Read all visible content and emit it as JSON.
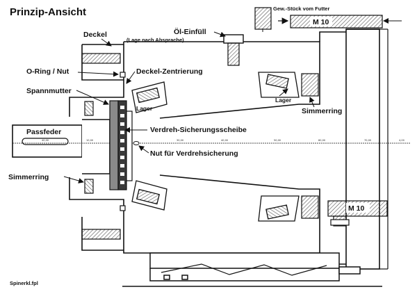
{
  "title": "Prinzip-Ansicht",
  "labels": {
    "deckel": "Deckel",
    "oel_einfuell": "Öl-Einfüll",
    "oel_hinweis": "(Lage nach Absprache)",
    "gew_stueck": "Gew.-Stück vom Futter",
    "m10_top": "M 10",
    "m10_bottom": "M 10",
    "o_ring": "O-Ring / Nut",
    "deckel_zentrierung": "Deckel-Zentrierung",
    "spannmutter": "Spannmutter",
    "lager_left_top": "Lager",
    "lager_right_top": "Lager",
    "simmerring_right": "Simmerring",
    "passfeder": "Passfeder",
    "sicherungsscheibe": "Verdreh-Sicherungsscheibe",
    "nut": "Nut für Verdrehsicherung",
    "simmerring_left": "Simmerring",
    "filename": "Spinerkl.fpl"
  },
  "scale_ticks": [
    "40,00",
    "10,00",
    "20,00",
    "30,00",
    "40,00",
    "50,00",
    "60,00",
    "70,00",
    "4,00"
  ],
  "colors": {
    "ink": "#111111",
    "hatch": "#555555",
    "fill_dark": "#3a3a3a",
    "fill_mid": "#8a8a8a",
    "paper": "#ffffff"
  }
}
